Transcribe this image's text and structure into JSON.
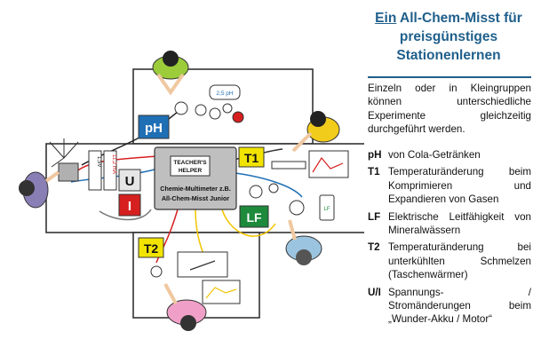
{
  "title": {
    "line1_underlined": "Ein",
    "line1_rest": " All-Chem-Misst für",
    "line2": "preisgünstiges",
    "line3": "Stationenlernen"
  },
  "intro": "Einzeln oder in Kleingruppen können unterschiedliche Experimente gleichzeitig durchgeführt werden.",
  "legend": [
    {
      "key": "pH",
      "desc": "von Cola-Getränken"
    },
    {
      "key": "T1",
      "desc": "Temperaturänderung beim Komprimieren und Expandieren von Gasen"
    },
    {
      "key": "LF",
      "desc": "Elektrische Leitfähigkeit von Mineralwässern"
    },
    {
      "key": "T2",
      "desc": "Temperaturänderung bei unterkühlten Schmelzen (Taschenwärmer)"
    },
    {
      "key": "U/I",
      "desc": "Spannungs- / Stromänderungen beim „Wunder-Akku / Motor“"
    }
  ],
  "diagram": {
    "stations": {
      "ph": "pH",
      "t1": "T1",
      "lf": "LF",
      "t2": "T2",
      "u": "U",
      "i": "I"
    },
    "device_lines": [
      "Chemie-Multimeter z.B.",
      "All-Chem-Misst Junior"
    ],
    "teachers_helper": [
      "TEACHER'S",
      "HELPER"
    ],
    "battery_label": "1,5V",
    "current_label": "11,2 mA",
    "bottle_label": "2,5 pH",
    "phone_label": "LF",
    "colors": {
      "ph": "#1f6fb5",
      "t1": "#f2e400",
      "lf": "#1e8a3c",
      "t2": "#f2e400",
      "u": "#e6e6e6",
      "i": "#d61f1f",
      "title": "#1f5f8b"
    }
  }
}
